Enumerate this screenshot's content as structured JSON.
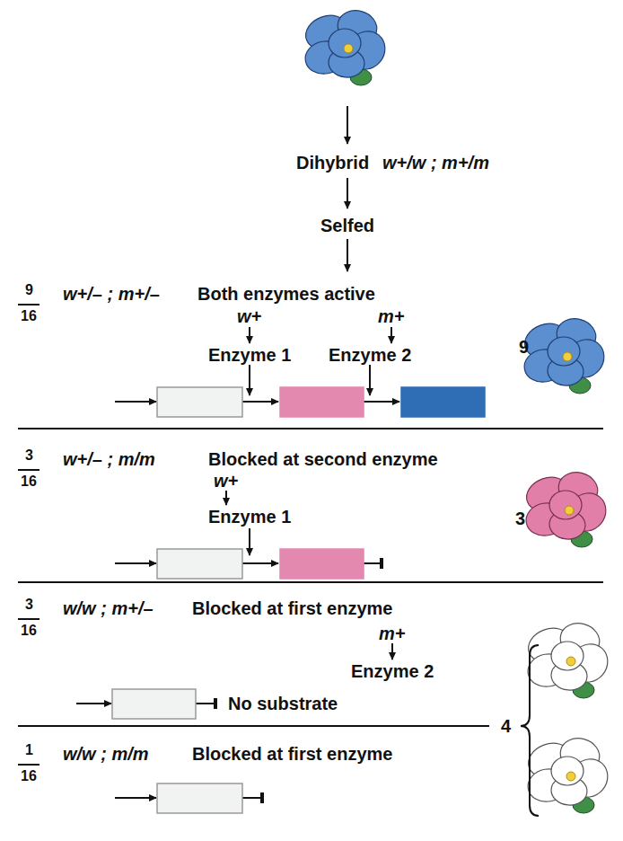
{
  "diagram": {
    "labels": [
      "Dihybrid",
      "w+/w ; m+/m",
      "Selfed",
      "9",
      "16",
      "w+/– ; m+/–",
      "Both enzymes active",
      "w+",
      "m+",
      "Enzyme 1",
      "Enzyme 2",
      "9",
      "3",
      "16",
      "w+/– ; m/m",
      "Blocked at second enzyme",
      "w+",
      "Enzyme 1",
      "3",
      "3",
      "16",
      "w/w ; m+/–",
      "Blocked at first enzyme",
      "m+",
      "Enzyme 2",
      "No substrate",
      "1",
      "16",
      "w/w ; m/m",
      "Blocked at first enzyme",
      "4"
    ]
  }
}
